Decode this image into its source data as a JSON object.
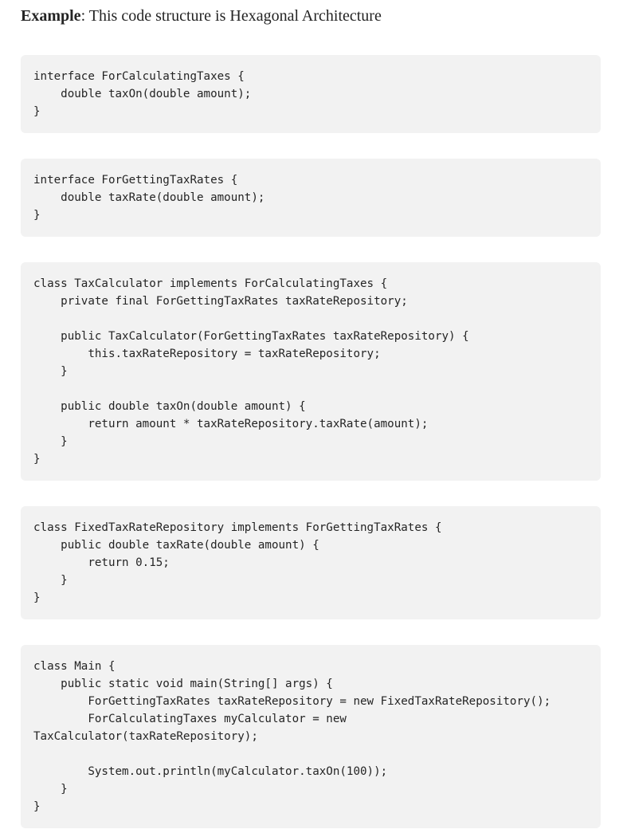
{
  "intro": {
    "label": "Example",
    "text": ": This code structure is Hexagonal Architecture"
  },
  "code_blocks": [
    {
      "code": "interface ForCalculatingTaxes {\n    double taxOn(double amount);\n}"
    },
    {
      "code": "interface ForGettingTaxRates {\n    double taxRate(double amount);\n}"
    },
    {
      "code": "class TaxCalculator implements ForCalculatingTaxes {\n    private final ForGettingTaxRates taxRateRepository;\n\n    public TaxCalculator(ForGettingTaxRates taxRateRepository) {\n        this.taxRateRepository = taxRateRepository;\n    }\n\n    public double taxOn(double amount) {\n        return amount * taxRateRepository.taxRate(amount);\n    }\n}"
    },
    {
      "code": "class FixedTaxRateRepository implements ForGettingTaxRates {\n    public double taxRate(double amount) {\n        return 0.15;\n    }\n}"
    },
    {
      "code": "class Main {\n    public static void main(String[] args) {\n        ForGettingTaxRates taxRateRepository = new FixedTaxRateRepository();\n        ForCalculatingTaxes myCalculator = new\nTaxCalculator(taxRateRepository);\n\n        System.out.println(myCalculator.taxOn(100));\n    }\n}"
    }
  ]
}
